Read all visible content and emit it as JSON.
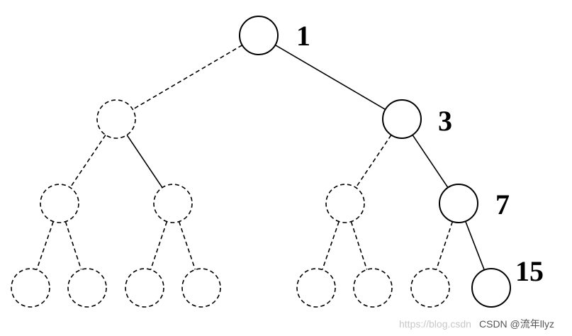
{
  "diagram": {
    "nodes": [
      {
        "id": "root",
        "label": "1",
        "highlighted": true
      },
      {
        "id": "l1-left",
        "label": "",
        "highlighted": false
      },
      {
        "id": "l1-right",
        "label": "3",
        "highlighted": true
      },
      {
        "id": "l2-a",
        "label": "",
        "highlighted": false
      },
      {
        "id": "l2-b",
        "label": "",
        "highlighted": false
      },
      {
        "id": "l2-c",
        "label": "",
        "highlighted": false
      },
      {
        "id": "l2-d",
        "label": "7",
        "highlighted": true
      },
      {
        "id": "l3-a",
        "label": "",
        "highlighted": false
      },
      {
        "id": "l3-b",
        "label": "",
        "highlighted": false
      },
      {
        "id": "l3-c",
        "label": "",
        "highlighted": false
      },
      {
        "id": "l3-d",
        "label": "",
        "highlighted": false
      },
      {
        "id": "l3-e",
        "label": "",
        "highlighted": false
      },
      {
        "id": "l3-f",
        "label": "",
        "highlighted": false
      },
      {
        "id": "l3-g",
        "label": "",
        "highlighted": false
      },
      {
        "id": "l3-h",
        "label": "15",
        "highlighted": true
      }
    ],
    "edges": [
      {
        "from": "root",
        "to": "l1-left",
        "style": "dashed"
      },
      {
        "from": "root",
        "to": "l1-right",
        "style": "solid"
      },
      {
        "from": "l1-left",
        "to": "l2-a",
        "style": "dashed"
      },
      {
        "from": "l1-left",
        "to": "l2-b",
        "style": "solid"
      },
      {
        "from": "l1-right",
        "to": "l2-c",
        "style": "dashed"
      },
      {
        "from": "l1-right",
        "to": "l2-d",
        "style": "solid"
      },
      {
        "from": "l2-a",
        "to": "l3-a",
        "style": "dashed"
      },
      {
        "from": "l2-a",
        "to": "l3-b",
        "style": "dashed"
      },
      {
        "from": "l2-b",
        "to": "l3-c",
        "style": "dashed"
      },
      {
        "from": "l2-b",
        "to": "l3-d",
        "style": "dashed"
      },
      {
        "from": "l2-c",
        "to": "l3-e",
        "style": "dashed"
      },
      {
        "from": "l2-c",
        "to": "l3-f",
        "style": "dashed"
      },
      {
        "from": "l2-d",
        "to": "l3-g",
        "style": "dashed"
      },
      {
        "from": "l2-d",
        "to": "l3-h",
        "style": "solid"
      }
    ]
  },
  "watermark": {
    "url_text": "https://blog.csdn",
    "credit_text": "CSDN @流年llyz"
  },
  "colors": {
    "stroke": "#000000",
    "background": "#ffffff",
    "watermark_url": "#c8c8c8",
    "watermark_credit": "#555555"
  }
}
